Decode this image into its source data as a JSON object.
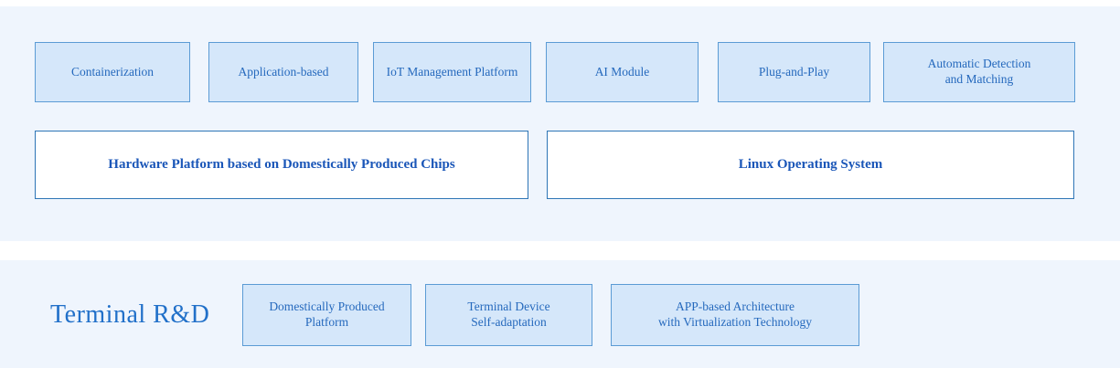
{
  "colors": {
    "page_bg": "#ffffff",
    "band_bg": "#eff5fd",
    "small_box_fill": "#d5e7fa",
    "small_box_border": "#5b9bd5",
    "large_box_border": "#2e75b6",
    "small_box_text": "#2569bd",
    "large_box_text": "#1a56b8",
    "title_text": "#2170c9"
  },
  "upper_band": {
    "feature_boxes": [
      {
        "label": "Containerization"
      },
      {
        "label": "Application-based"
      },
      {
        "label": "IoT Management Platform"
      },
      {
        "label": "AI Module"
      },
      {
        "label": "Plug-and-Play"
      },
      {
        "label": "Automatic Detection\nand Matching"
      }
    ],
    "platform_boxes": [
      {
        "label": "Hardware Platform based on Domestically Produced Chips"
      },
      {
        "label": "Linux Operating System"
      }
    ]
  },
  "lower_band": {
    "title": "Terminal R&D",
    "capability_boxes": [
      {
        "label": "Domestically Produced\nPlatform"
      },
      {
        "label": "Terminal Device\nSelf-adaptation"
      },
      {
        "label": "APP-based Architecture\nwith Virtualization Technology"
      }
    ]
  }
}
